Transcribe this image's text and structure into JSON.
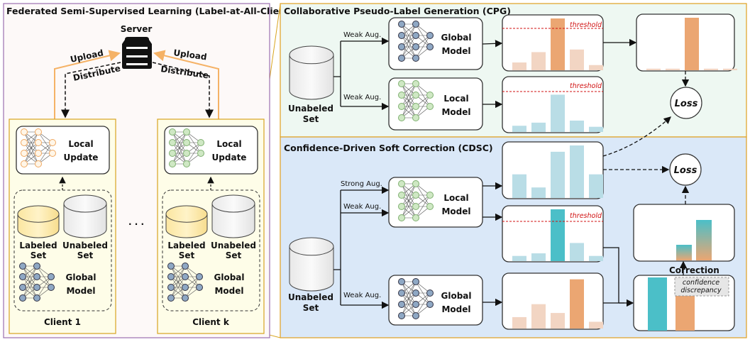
{
  "left_panel": {
    "title": "Federated Semi-Supervised Learning (Label-at-All-Client)",
    "server": "Server",
    "upload": "Upload",
    "distribute": "Distribute",
    "ellipsis": "· · ·",
    "clients": [
      {
        "name": "Client 1",
        "local_update": [
          "Local",
          "Update"
        ],
        "labeled": [
          "Labeled",
          "Set"
        ],
        "unlabeled": [
          "Unabeled",
          "Set"
        ],
        "global_model": [
          "Global",
          "Model"
        ]
      },
      {
        "name": "Client k",
        "local_update": [
          "Local",
          "Update"
        ],
        "labeled": [
          "Labeled",
          "Set"
        ],
        "unlabeled": [
          "Unabeled",
          "Set"
        ],
        "global_model": [
          "Global",
          "Model"
        ]
      }
    ]
  },
  "cpg": {
    "title": "Collaborative Pseudo-Label Generation (CPG)",
    "dataset": [
      "Unabeled",
      "Set"
    ],
    "aug_global": "Weak Aug.",
    "aug_local": "Weak Aug.",
    "global_model": [
      "Global",
      "Model"
    ],
    "local_model": [
      "Local",
      "Model"
    ],
    "threshold": "threshold",
    "loss": "Loss",
    "global_probs": [
      0.15,
      0.35,
      1.0,
      0.4,
      0.1
    ],
    "local_probs": [
      0.12,
      0.18,
      0.72,
      0.22,
      0.1
    ],
    "pseudo_label": [
      0.03,
      0.03,
      1.0,
      0.03,
      0.03
    ]
  },
  "cdsc": {
    "title": "Confidence-Driven Soft Correction (CDSC)",
    "dataset": [
      "Unabeled",
      "Set"
    ],
    "aug_strong": "Strong Aug.",
    "aug_weak_local": "Weak Aug.",
    "aug_weak_global": "Weak Aug.",
    "local_model": [
      "Local",
      "Model"
    ],
    "global_model": [
      "Global",
      "Model"
    ],
    "threshold": "threshold",
    "loss": "Loss",
    "correction": "Correction",
    "discrepancy": [
      "confidence",
      "discrepancy"
    ],
    "strong_local_probs": [
      0.45,
      0.2,
      0.88,
      1.0,
      0.45
    ],
    "weak_local_probs": [
      0.1,
      0.15,
      1.0,
      0.35,
      0.1
    ],
    "weak_global_probs": [
      0.22,
      0.47,
      0.3,
      0.95,
      0.13
    ]
  },
  "colors": {
    "orange": "#eba672",
    "orange_light": "#f2d5c3",
    "teal": "#4bbfc8",
    "blue_light": "#b9dde6",
    "client_border": "#d8a520",
    "panel_border": "#e0a020",
    "left_border": "#9b6fb0",
    "threshold": "#d01010"
  }
}
